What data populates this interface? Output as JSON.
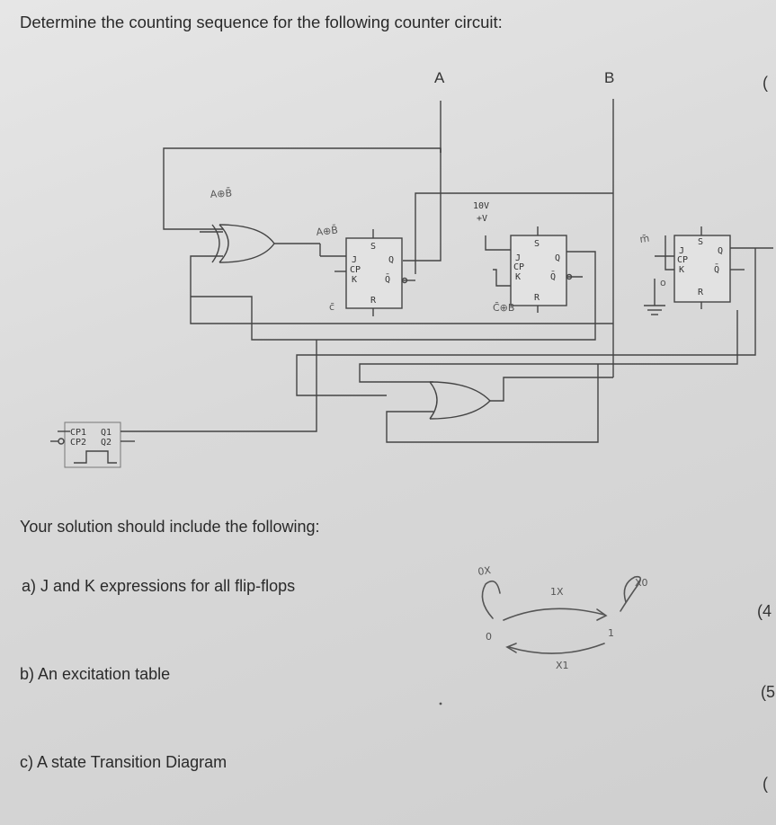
{
  "question": {
    "heading": "Determine the counting sequence for the following counter circuit:",
    "intro": "Your solution should include the following:",
    "parts": [
      {
        "label": "a)  J and K expressions for all flip-flops"
      },
      {
        "label": "b)   An excitation table"
      },
      {
        "label": "c)  A state Transition Diagram"
      }
    ],
    "margin_marks": [
      "(",
      "(4",
      "(5",
      "("
    ]
  },
  "circuit": {
    "outputs": [
      "A",
      "B"
    ],
    "supply": [
      "10V",
      "+V"
    ],
    "ff_pins": [
      "J",
      "CP",
      "K",
      "S",
      "R",
      "Q",
      "Q̄"
    ],
    "clock_chip": [
      "CP1",
      "Q1",
      "CP2",
      "Q2"
    ]
  }
}
